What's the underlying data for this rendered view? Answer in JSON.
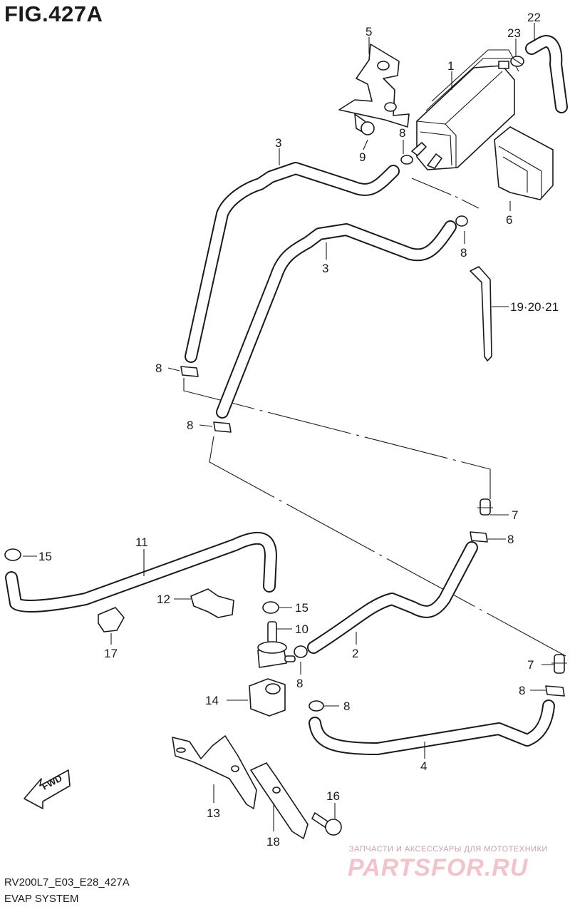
{
  "figure": {
    "title": "FIG.427A",
    "code": "RV200L7_E03_E28_427A",
    "system": "EVAP SYSTEM"
  },
  "callouts": {
    "c1": "1",
    "c2": "2",
    "c3a": "3",
    "c3b": "3",
    "c4": "4",
    "c5": "5",
    "c6": "6",
    "c7a": "7",
    "c7b": "7",
    "c8a": "8",
    "c8b": "8",
    "c8c": "8",
    "c8d": "8",
    "c8e": "8",
    "c8f": "8",
    "c8g": "8",
    "c8h": "8",
    "c9": "9",
    "c10": "10",
    "c11": "11",
    "c12": "12",
    "c13": "13",
    "c14": "14",
    "c15a": "15",
    "c15b": "15",
    "c16": "16",
    "c17": "17",
    "c18": "18",
    "c19": "19·20·21",
    "c22": "22",
    "c23": "23"
  },
  "fwd_label": "FWD",
  "watermark": {
    "tagline": "ЗАПЧАСТИ И АКСЕССУАРЫ ДЛЯ МОТОТЕХНИКИ",
    "logo": "PARTSFOR.RU"
  }
}
